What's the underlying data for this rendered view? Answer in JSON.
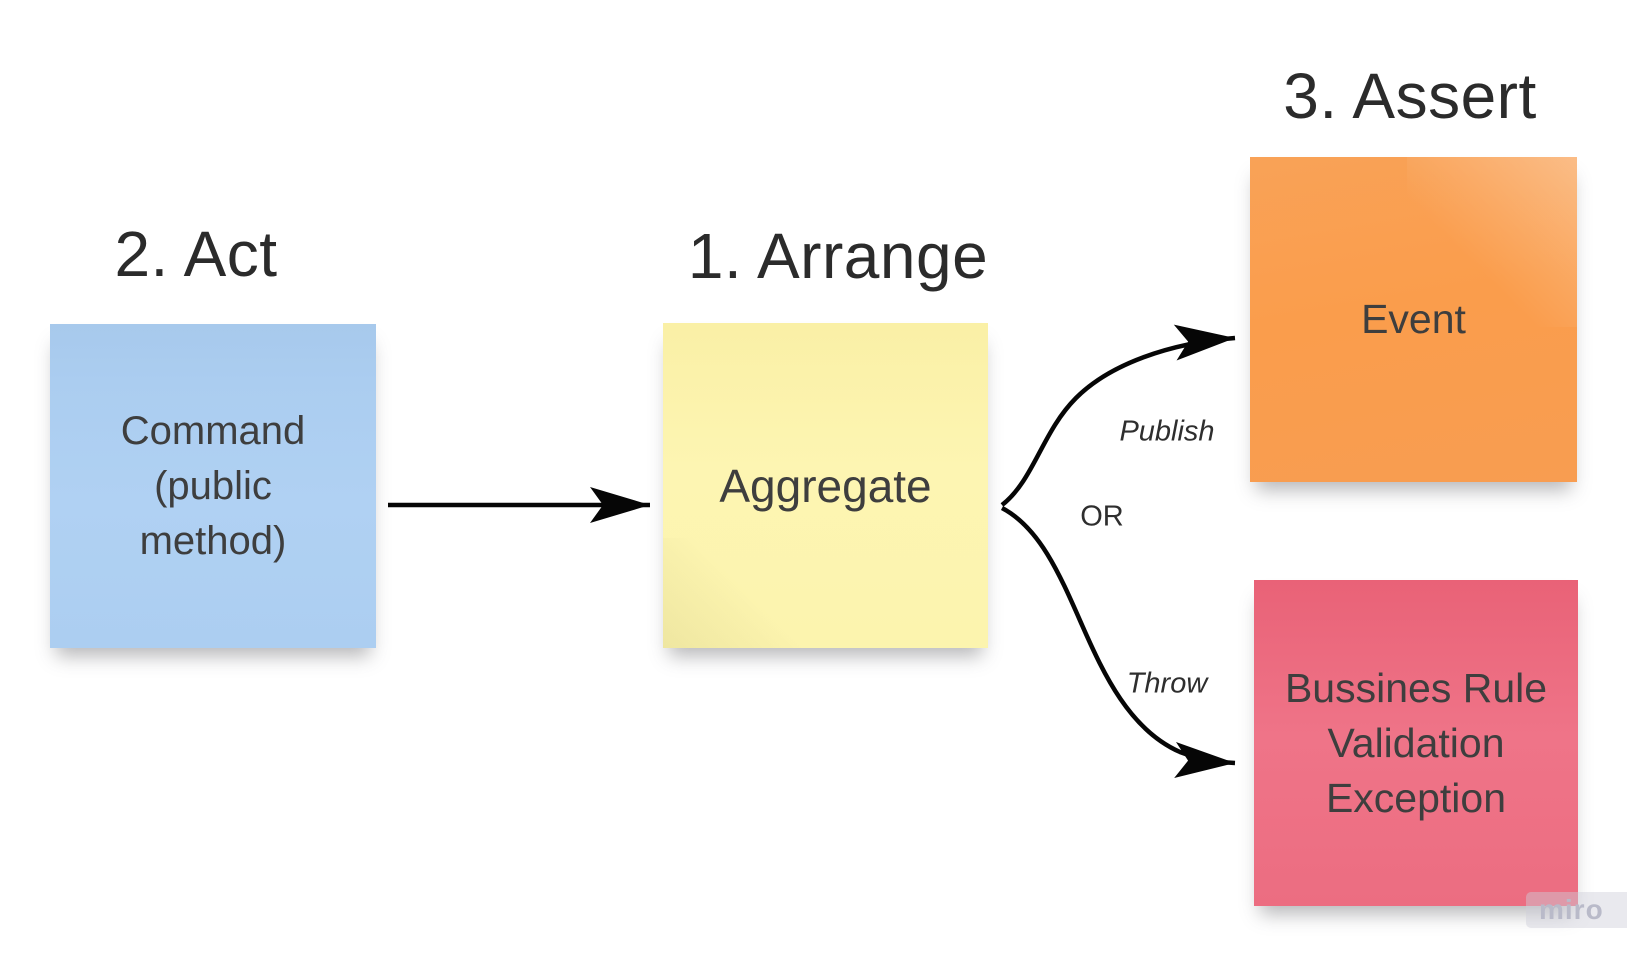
{
  "board": {
    "watermark": "miro"
  },
  "colors": {
    "note_blue": "#aecff2",
    "note_yellow": "#fdf5b0",
    "note_orange": "#fa9d4c",
    "note_pink": "#ed6d80",
    "arrow": "#060606",
    "heading_text": "#2b2b2b",
    "note_text": "#3e3e3e"
  },
  "steps": {
    "arrange": {
      "heading": "1. Arrange",
      "note_lines": [
        "Aggregate"
      ]
    },
    "act": {
      "heading": "2. Act",
      "note_lines": [
        "Command",
        "(public",
        "method)"
      ]
    },
    "assert": {
      "heading": "3. Assert",
      "event_note_lines": [
        "Event"
      ],
      "exception_note_lines": [
        "Bussines Rule",
        "Validation",
        "Exception"
      ]
    }
  },
  "connectors": {
    "command_to_aggregate": "arrow",
    "publish_label": "Publish",
    "or_label": "OR",
    "throw_label": "Throw"
  }
}
